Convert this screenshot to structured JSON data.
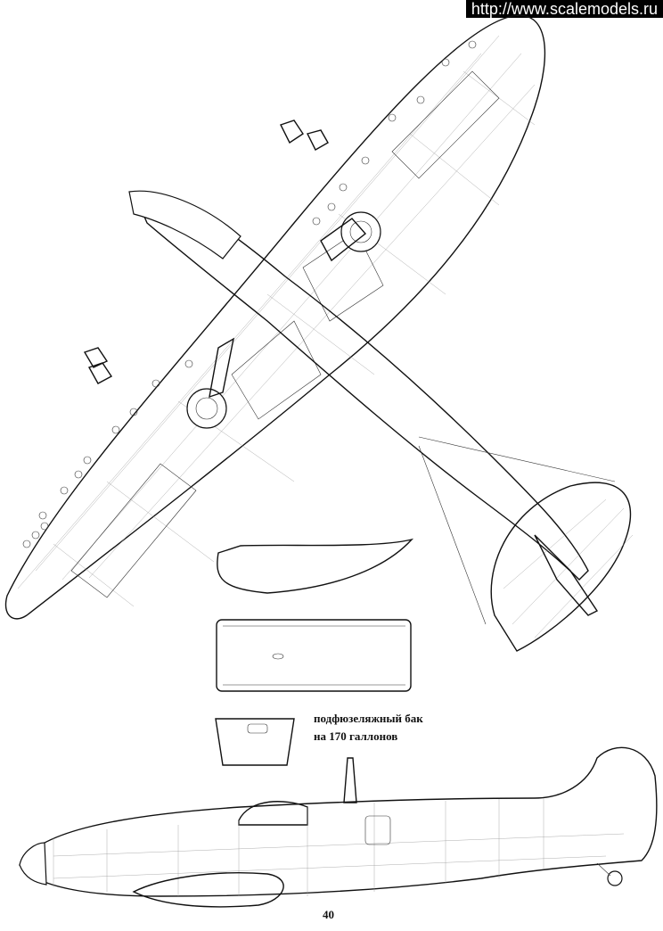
{
  "header": {
    "source_url": "http://www.scalemodels.ru"
  },
  "caption": {
    "line1": "подфюзеляжный бак",
    "line2": "на 170 галлонов"
  },
  "page": {
    "number": "40"
  }
}
